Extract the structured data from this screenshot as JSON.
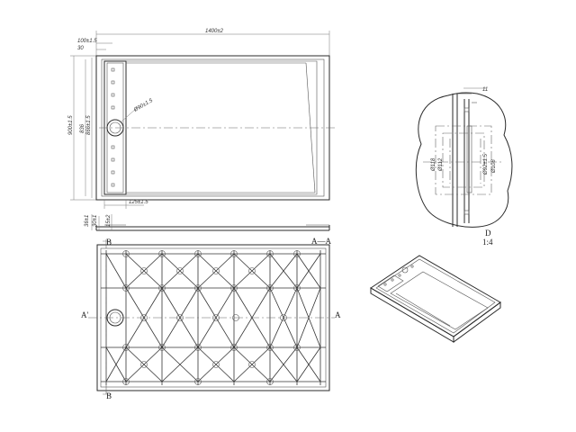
{
  "top_view": {
    "overall_width": "1400±2",
    "top_offset_1": "100±1.5",
    "top_offset_2": "30",
    "height_overall": "900±1.5",
    "height_inner_1": "836",
    "height_inner_2": "866±1.5",
    "drain_diameter": "Ø90±1.5",
    "channel_width": "125±1.5"
  },
  "side_view": {
    "dim_a": "36±1",
    "dim_b": "30±1",
    "dim_c": "15±2"
  },
  "bottom_view": {
    "section_b_top": "B",
    "section_b_bottom": "B",
    "section_a_left": "A'",
    "section_a_right": "A",
    "section_aa_marker": "A—A"
  },
  "detail_view": {
    "dim_top": "11",
    "dim_d1": "Ø118",
    "dim_d2": "Ø112",
    "dim_d3": "Ø92±1.5",
    "dim_d4": "Ø108",
    "label": "D",
    "scale": "1:4"
  },
  "colors": {
    "line": "#2a2a2a",
    "dimension": "#777777",
    "background": "#ffffff"
  }
}
